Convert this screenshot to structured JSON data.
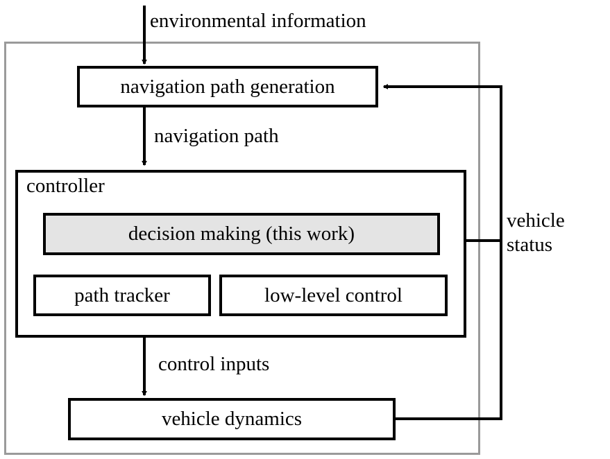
{
  "diagram": {
    "title_text": "environmental information",
    "labels": {
      "environmental_information": "environmental information",
      "navigation_path": "navigation path",
      "controller": "controller",
      "control_inputs": "control inputs",
      "vehicle_status_line1": "vehicle",
      "vehicle_status_line2": "status"
    },
    "boxes": {
      "navigation_path_generation": "navigation path generation",
      "decision_making": "decision making (this work)",
      "path_tracker": "path tracker",
      "low_level_control": "low-level control",
      "vehicle_dynamics": "vehicle dynamics"
    },
    "colors": {
      "stroke": "#000000",
      "outer_frame": "#9a9a9a",
      "shaded_fill": "#e4e4e4",
      "background": "#ffffff"
    }
  }
}
